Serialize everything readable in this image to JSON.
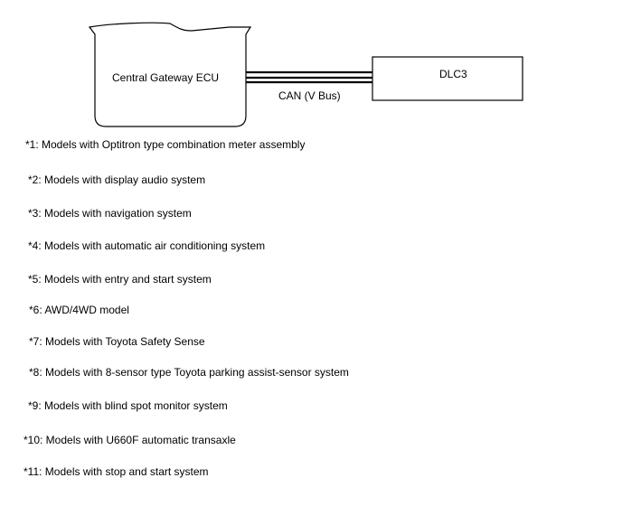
{
  "diagram": {
    "ecu_label": "Central Gateway ECU",
    "dlc_label": "DLC3",
    "bus_label": "CAN (V Bus)"
  },
  "notes": [
    "*1: Models with Optitron type combination meter assembly",
    "*2: Models with display audio system",
    "*3: Models with navigation system",
    "*4: Models with automatic air conditioning system",
    "*5: Models with entry and start system",
    "*6: AWD/4WD model",
    "*7: Models with Toyota Safety Sense",
    "*8: Models with 8-sensor type Toyota parking assist-sensor system",
    "*9: Models with blind spot monitor system",
    "*10: Models with U660F automatic transaxle",
    "*11: Models with stop and start system"
  ]
}
